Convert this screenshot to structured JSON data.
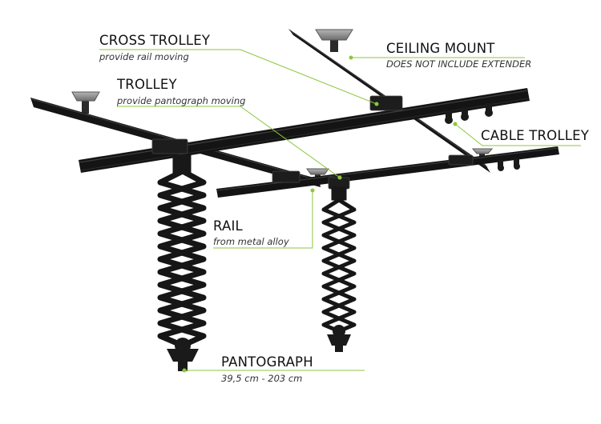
{
  "labels": {
    "cross_trolley": {
      "title": "CROSS TROLLEY",
      "sub": "provide rail moving"
    },
    "trolley": {
      "title": "TROLLEY",
      "sub": "provide pantograph moving"
    },
    "ceiling_mount": {
      "title": "CEILING MOUNT",
      "sub": "DOES NOT INCLUDE EXTENDER"
    },
    "cable_trolley": {
      "title": "CABLE TROLLEY"
    },
    "rail": {
      "title": "RAIL",
      "sub": "from metal alloy"
    },
    "pantograph": {
      "title": "PANTOGRAPH",
      "sub": "39,5 cm - 203 cm"
    }
  },
  "colors": {
    "leader_line": "#8dc63f",
    "rail": "#161616",
    "rail_highlight": "#3a3a3a",
    "mount_plate": "#8a8a8a",
    "background": "#ffffff",
    "text": "#111111"
  },
  "icons": [
    "ceiling-mount-plate",
    "pantograph-scissor",
    "cable-trolley-clip"
  ]
}
